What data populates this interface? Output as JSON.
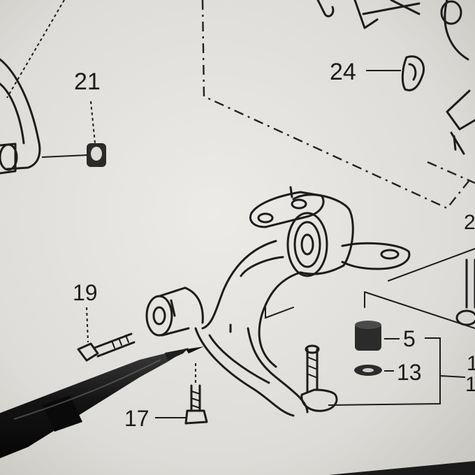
{
  "callouts": {
    "c21": "21",
    "c24": "24",
    "c19": "19",
    "c17": "17",
    "c5": "5",
    "c13": "13"
  },
  "partial_labels": {
    "right_edge_top": "2",
    "right_edge_mid": "1",
    "right_edge_low": "1"
  },
  "colors": {
    "paper": "#e7e6e2",
    "ink": "#1c1c1c",
    "pen": "#111111"
  }
}
